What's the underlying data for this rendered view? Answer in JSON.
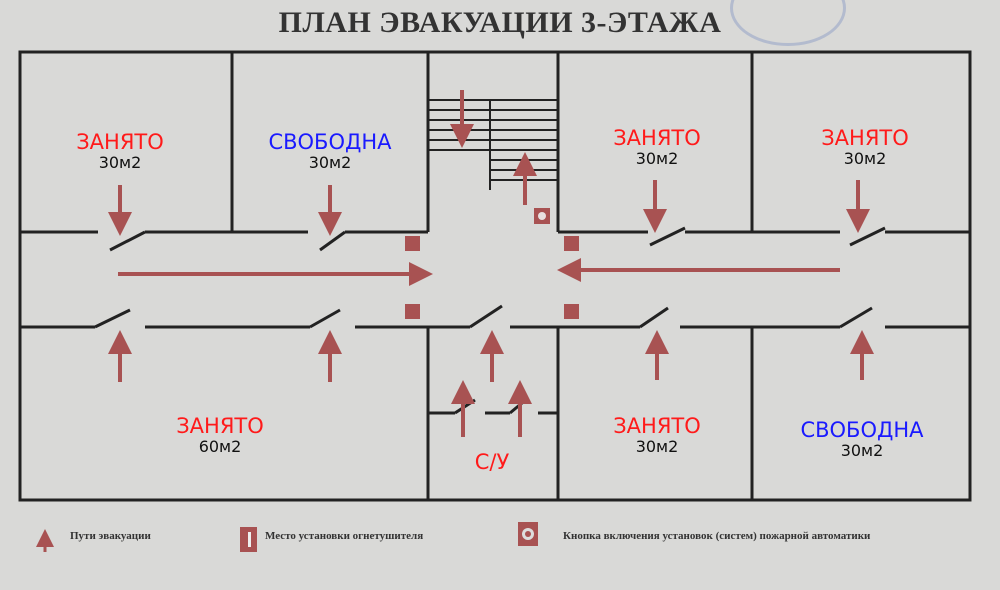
{
  "title": "ПЛАН ЭВАКУАЦИИ 3-ЭТАЖА",
  "colors": {
    "occupied": "#ff1a1a",
    "free": "#1a1aff",
    "plan_red": "#a85252",
    "wall": "#222222"
  },
  "rooms": [
    {
      "status": "ЗАНЯТО",
      "area": "30м2",
      "state": "occupied"
    },
    {
      "status": "СВОБОДНА",
      "area": "30м2",
      "state": "free"
    },
    {
      "status": "ЗАНЯТО",
      "area": "30м2",
      "state": "occupied"
    },
    {
      "status": "ЗАНЯТО",
      "area": "30м2",
      "state": "occupied"
    },
    {
      "status": "ЗАНЯТО",
      "area": "60м2",
      "state": "occupied"
    },
    {
      "status": "С/У",
      "area": "",
      "state": "occupied"
    },
    {
      "status": "ЗАНЯТО",
      "area": "30м2",
      "state": "occupied"
    },
    {
      "status": "СВОБОДНА",
      "area": "30м2",
      "state": "free"
    }
  ],
  "legend": {
    "evac_routes": "Пути эвакуации",
    "extinguisher": "Место установки огнетушителя",
    "fire_button": "Кнопка включения установок (систем) пожарной автоматики"
  }
}
